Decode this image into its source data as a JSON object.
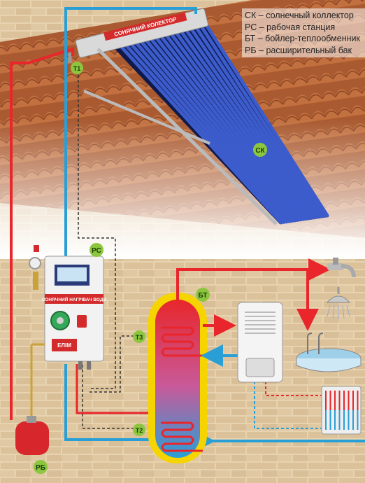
{
  "legend": [
    "СК – солнечный коллектор",
    "РС – рабочая станция",
    "БТ – бойлер-теплообменник",
    "РБ – расширительный бак"
  ],
  "labels": {
    "collector": "СК",
    "station": "РС",
    "boiler": "БТ",
    "expansion_tank": "РБ",
    "t1": "Т1",
    "t2": "Т2",
    "t3": "Т3"
  },
  "station": {
    "panel_text": "СОНЯЧНИЙ НАГРІВАЧ ВОДИ",
    "brand": "ЕЛІМ"
  },
  "collector_banner": "СОНЯЧНИЙ КОЛЕКТОР",
  "colors": {
    "hot_pipe": "#e8262b",
    "cold_pipe": "#2a9fd6",
    "sensor_line": "#333333",
    "label_circle": "#8cc63f",
    "brick": "#e3c9a2",
    "roof": "#b8653a",
    "boiler_outer": "#f5d400"
  }
}
